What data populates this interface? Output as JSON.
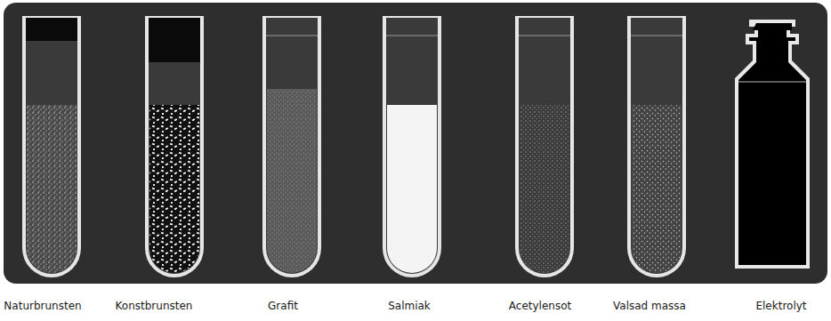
{
  "diagram": {
    "labels": [
      "Naturbrunsten",
      "Konstbrunsten",
      "Grafit",
      "Salmiak",
      "Acetylensot",
      "Valsad massa",
      "Elektrolyt"
    ]
  }
}
